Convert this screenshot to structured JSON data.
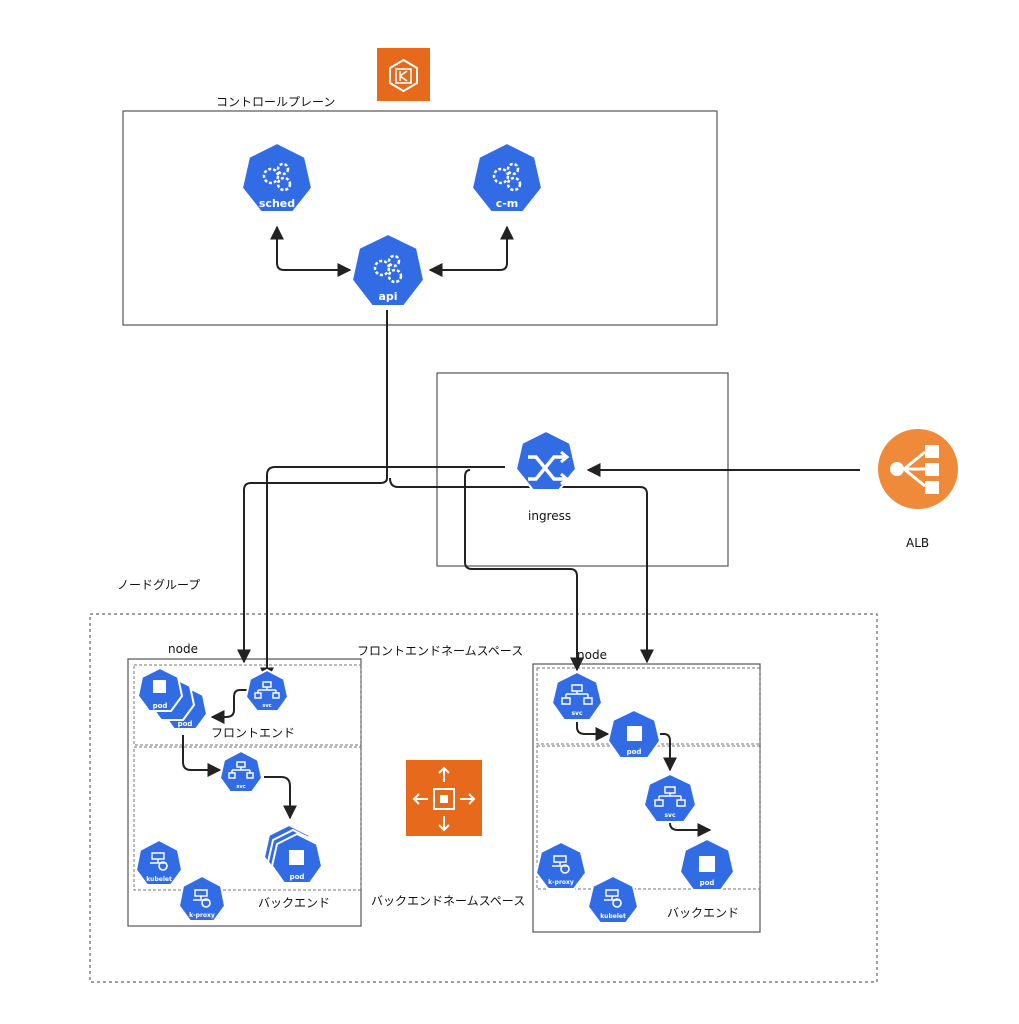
{
  "labels": {
    "control_plane": "コントロールプレーン",
    "node_group": "ノードグループ",
    "frontend_namespace": "フロントエンドネームスペース",
    "backend_namespace": "バックエンドネームスペース",
    "node_left": "node",
    "node_right": "node",
    "frontend_left": "フロントエンド",
    "backend_left": "バックエンド",
    "backend_right": "バックエンド",
    "ingress": "ingress",
    "alb": "ALB"
  },
  "icons": {
    "sched": "sched",
    "cm": "c-m",
    "api": "api",
    "svc": "svc",
    "pod": "pod",
    "kubelet": "kubelet",
    "kproxy": "k-proxy"
  },
  "colors": {
    "k8s_blue": "#326ce5",
    "aws_orange": "#e7691b",
    "alb_orange": "#ef8a3b",
    "line": "#222222",
    "box": "#555555"
  }
}
